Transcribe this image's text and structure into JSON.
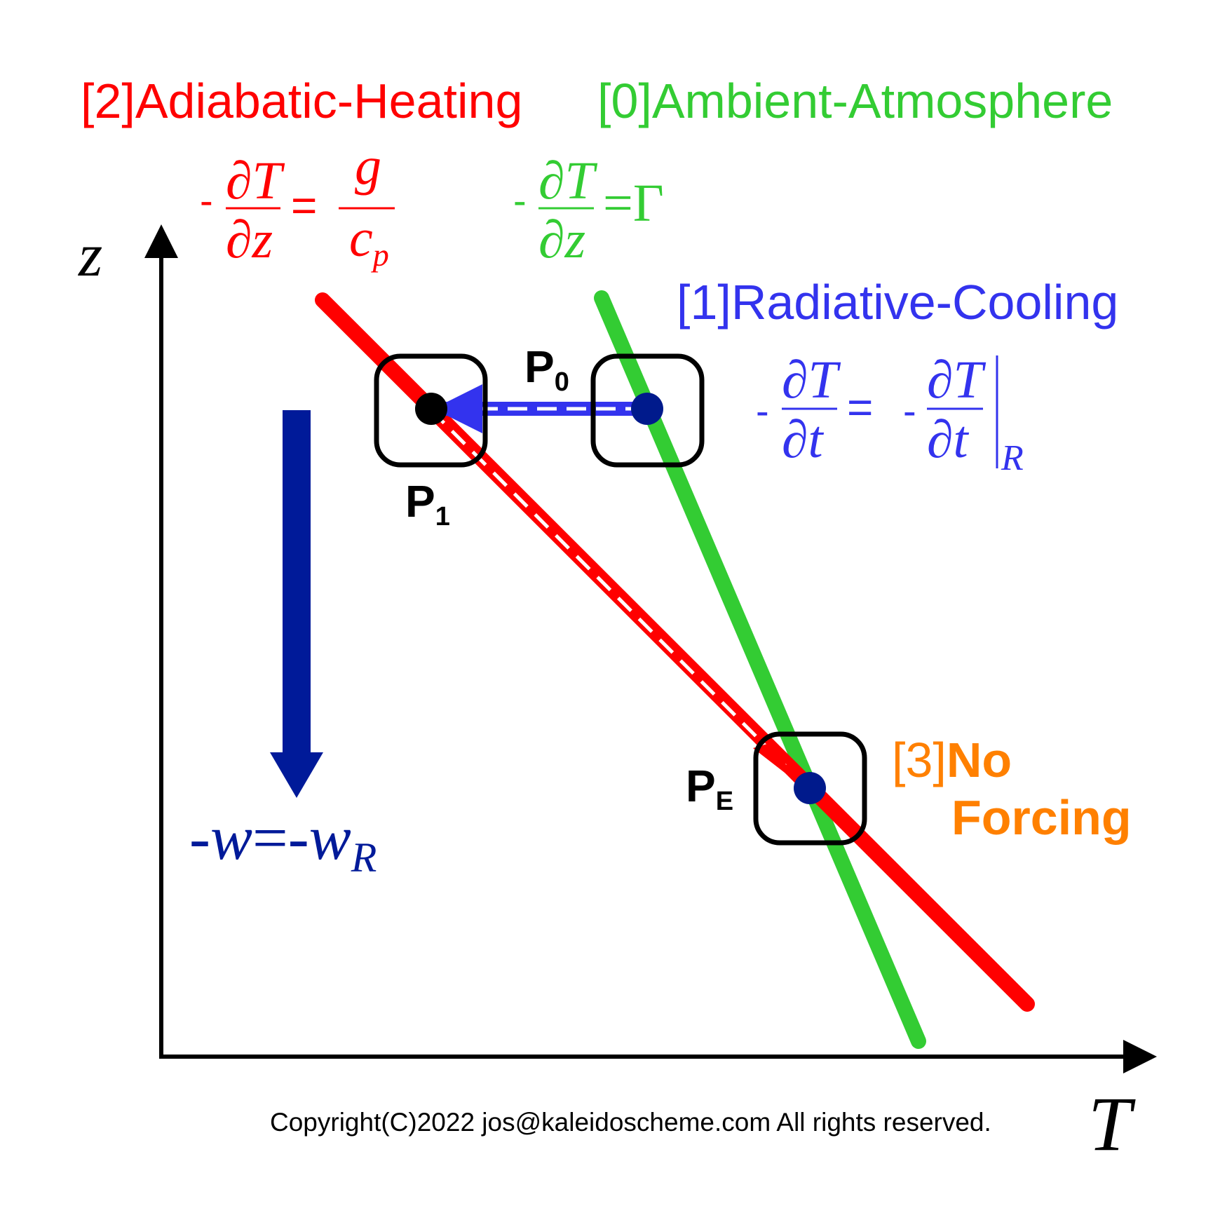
{
  "colors": {
    "adiabatic": "#ff0000",
    "ambient": "#33cc33",
    "radiative": "#3333ee",
    "subsidence": "#001a99",
    "noforcing": "#ff8000",
    "black": "#000000",
    "point_fill": "#001a8c"
  },
  "axes": {
    "z_label": "z",
    "t_label": "T"
  },
  "titles": {
    "adiabatic": "[2]Adiabatic-Heating",
    "ambient": "[0]Ambient-Atmosphere",
    "radiative": "[1]Radiative-Cooling",
    "noforcing_prefix": "[3]",
    "noforcing_word1": "No",
    "noforcing_word2": "Forcing"
  },
  "equations": {
    "adiabatic": {
      "minus": "-",
      "num": "∂T",
      "den": "∂z",
      "eq": "=",
      "rhs_num": "g",
      "rhs_den_base": "c",
      "rhs_den_sub": "p"
    },
    "ambient": {
      "minus": "-",
      "num": "∂T",
      "den": "∂z",
      "eq": "=Γ"
    },
    "radiative": {
      "minus": "-",
      "num": "∂T",
      "den": "∂t",
      "eq": "=",
      "minus2": "-",
      "num2": "∂T",
      "den2": "∂t",
      "bar": "|",
      "sub": "R"
    },
    "subsidence": {
      "lhs": "-w",
      "eq": "=",
      "rhs_base": "-w",
      "rhs_sub": "R"
    }
  },
  "points": {
    "p0_base": "P",
    "p0_sub": "0",
    "p1_base": "P",
    "p1_sub": "1",
    "pe_base": "P",
    "pe_sub": "E"
  },
  "copyright": "Copyright(C)2022 jos@kaleidoscheme.com All rights reserved."
}
